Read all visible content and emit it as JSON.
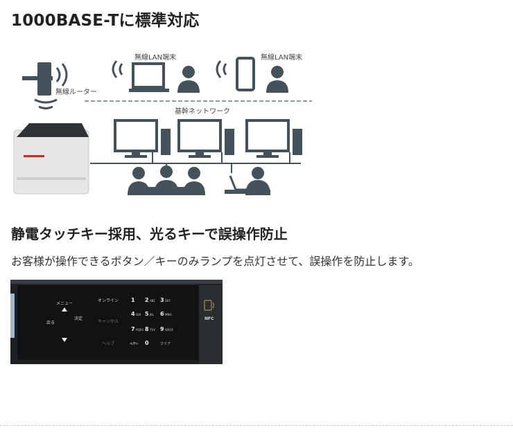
{
  "heading1": "1000BASE-Tに標準対応",
  "diagram": {
    "router_label": "無線ルーター",
    "wireless_terminal_label_1": "無線LAN端末",
    "wireless_terminal_label_2": "無線LAN端末",
    "network_label": "基幹ネットワーク",
    "colors": {
      "icon": "#44525c",
      "line": "#44525c"
    }
  },
  "heading2": "静電タッチキー採用、光るキーで誤操作防止",
  "description": "お客様が操作できるボタン／キーのみランプを点灯させて、誤操作を防止します。",
  "panel": {
    "menu_label": "メニュー",
    "back_label": "戻る",
    "confirm_label": "決定",
    "online_label": "オンライン",
    "cancel_label": "キャンセル",
    "help_label": "ヘルプ",
    "keys": [
      "1",
      "2",
      "3",
      "4",
      "5",
      "6",
      "7",
      "8",
      "9",
      "0"
    ],
    "key_subs": [
      "",
      "ABC",
      "DEF",
      "GHI",
      "JKL",
      "MNO",
      "PQRS",
      "TUV",
      "WXYZ"
    ],
    "star_label": "✳/Fn",
    "clear_label": "クリア",
    "nfc_label": "NFC"
  }
}
